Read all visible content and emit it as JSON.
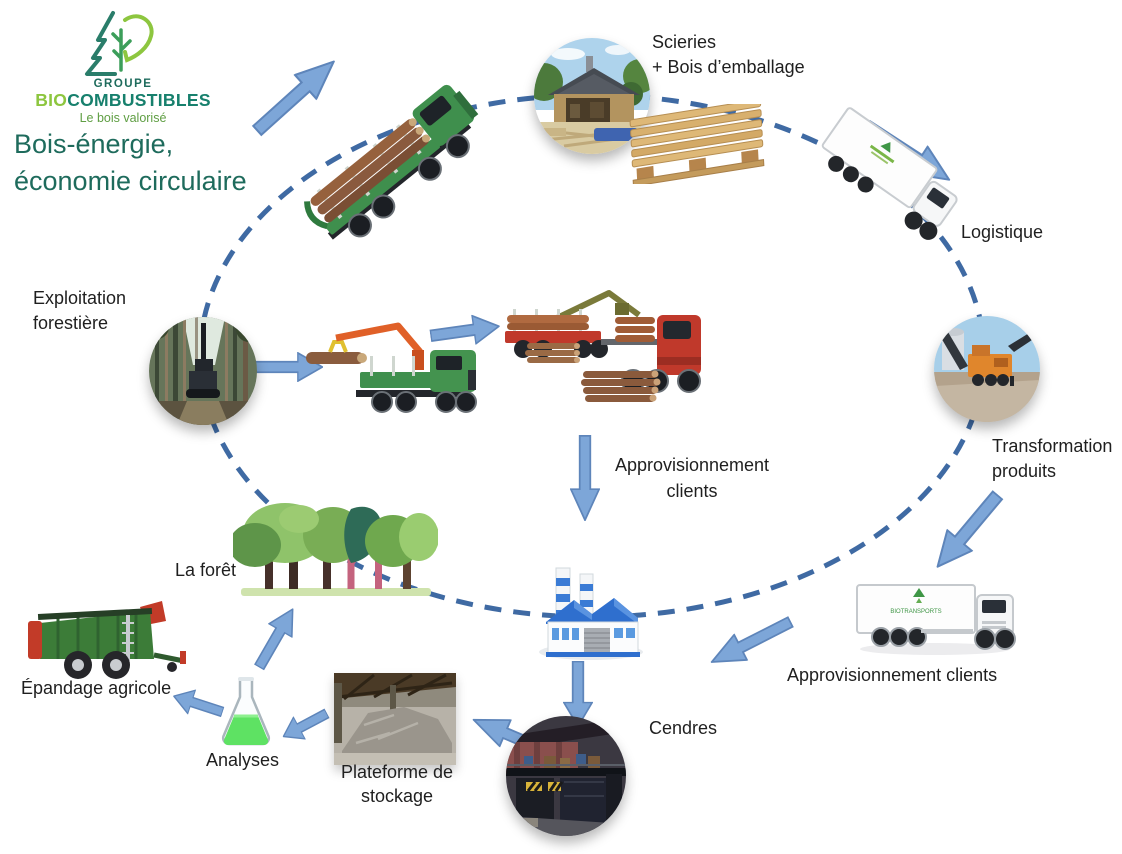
{
  "page": {
    "title": "Bois-énergie, économie circulaire"
  },
  "logo": {
    "group": "GROUPE",
    "bio": "BIO",
    "combustibles": "COMBUSTIBLES",
    "tagline": "Le bois valorisé",
    "headline_line1": "Bois-énergie,",
    "headline_line2": "économie circulaire"
  },
  "labels": {
    "scieries_line1": "Scieries",
    "scieries_line2": "+ Bois d’emballage",
    "logistique": "Logistique",
    "exploitation_line1": "Exploitation",
    "exploitation_line2": "forestière",
    "transformation_line1": "Transformation",
    "transformation_line2": "produits",
    "appro_centre_line1": "Approvisionnement",
    "appro_centre_line2": "clients",
    "appro_droite": "Approvisionnement clients",
    "cendres": "Cendres",
    "foret": "La forêt",
    "epandage": "Épandage agricole",
    "analyses": "Analyses",
    "plateforme_line1": "Plateforme de",
    "plateforme_line2": "stockage",
    "truck_logo": "BIOTRANSPORTS"
  },
  "colors": {
    "arrow_fill": "#7da6d8",
    "arrow_stroke": "#5e85ba",
    "dash_blue": "#3f6aa3",
    "teal_dark": "#1e6b5c",
    "green_light": "#8dc63f",
    "green_tagline": "#5f9e43",
    "label_color": "#1f1f1f"
  }
}
